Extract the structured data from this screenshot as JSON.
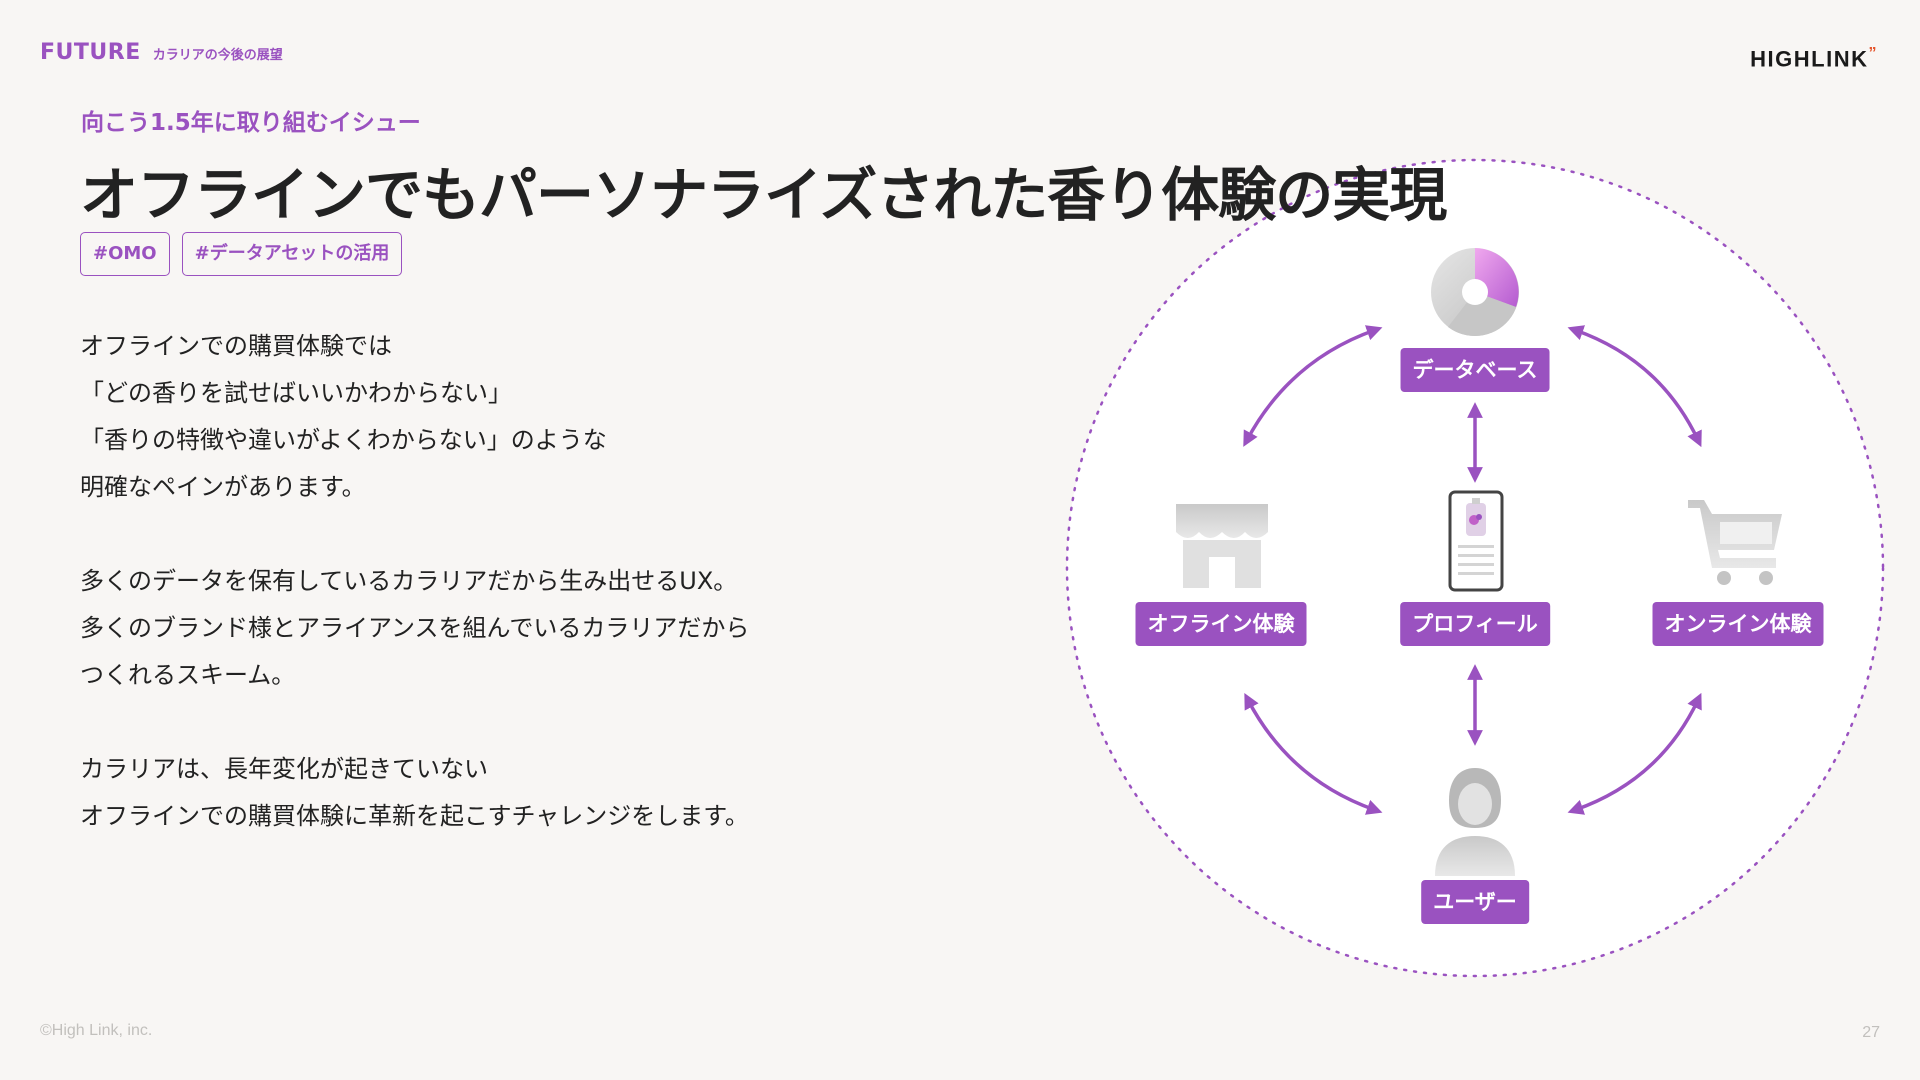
{
  "header": {
    "section": "FUTURE",
    "section_sub": "カラリアの今後の展望",
    "logo_text": "HIGHLINK",
    "logo_mark": "”"
  },
  "eyebrow": "向こう1.5年に取り組むイシュー",
  "headline": "オフラインでもパーソナライズされた香り体験の実現",
  "tags": [
    "#OMO",
    "#データアセットの活用"
  ],
  "body": {
    "para1": [
      "オフラインでの購買体験では",
      "「どの香りを試せばいいかわからない」",
      "「香りの特徴や違いがよくわからない」のような",
      "明確なペインがあります。"
    ],
    "para2": [
      "多くのデータを保有しているカラリアだから生み出せるUX。",
      "多くのブランド様とアライアンスを組んでいるカラリアだから",
      "つくれるスキーム。"
    ],
    "para3": [
      "カラリアは、長年変化が起きていない",
      "オフラインでの購買体験に革新を起こすチャレンジをします。"
    ]
  },
  "diagram": {
    "nodes": {
      "database": "データベース",
      "offline": "オフライン体験",
      "profile": "プロフィール",
      "online": "オンライン体験",
      "user": "ユーザー"
    },
    "icons": {
      "database": "pie-chart-icon",
      "offline": "store-icon",
      "profile": "smartphone-icon",
      "online": "shopping-cart-icon",
      "user": "user-icon"
    },
    "accent": "#9a52c0"
  },
  "footer": {
    "copyright": "©High Link, inc.",
    "page": "27"
  },
  "colors": {
    "background": "#f8f6f4",
    "accent": "#9a52c0",
    "logo_mark": "#e5532a",
    "text": "#222222",
    "muted": "#c2c0bd"
  }
}
